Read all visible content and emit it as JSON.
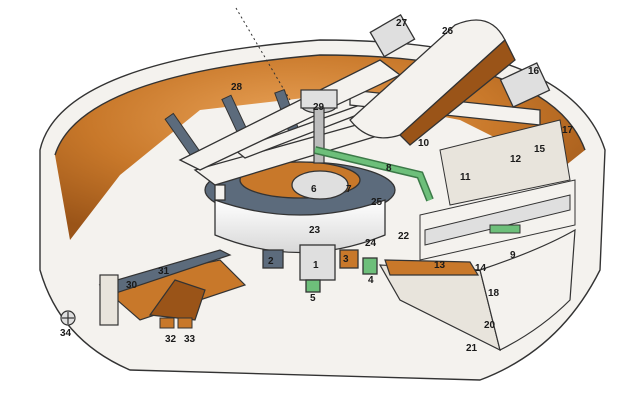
{
  "labels": [
    "1",
    "2",
    "3",
    "4",
    "5",
    "6",
    "7",
    "8",
    "9",
    "10",
    "11",
    "12",
    "13",
    "14",
    "15",
    "16",
    "17",
    "18",
    "20",
    "21",
    "22",
    "23",
    "24",
    "25",
    "26",
    "27",
    "28",
    "29",
    "30",
    "31",
    "32",
    "33",
    "34"
  ],
  "colors": {
    "sludge": "#c8782a",
    "sludge_dark": "#9a5418",
    "steel": "#f4f2ee",
    "outline": "#333333",
    "slate": "#5c6b7c",
    "green_pipe": "#6dbf7a"
  }
}
